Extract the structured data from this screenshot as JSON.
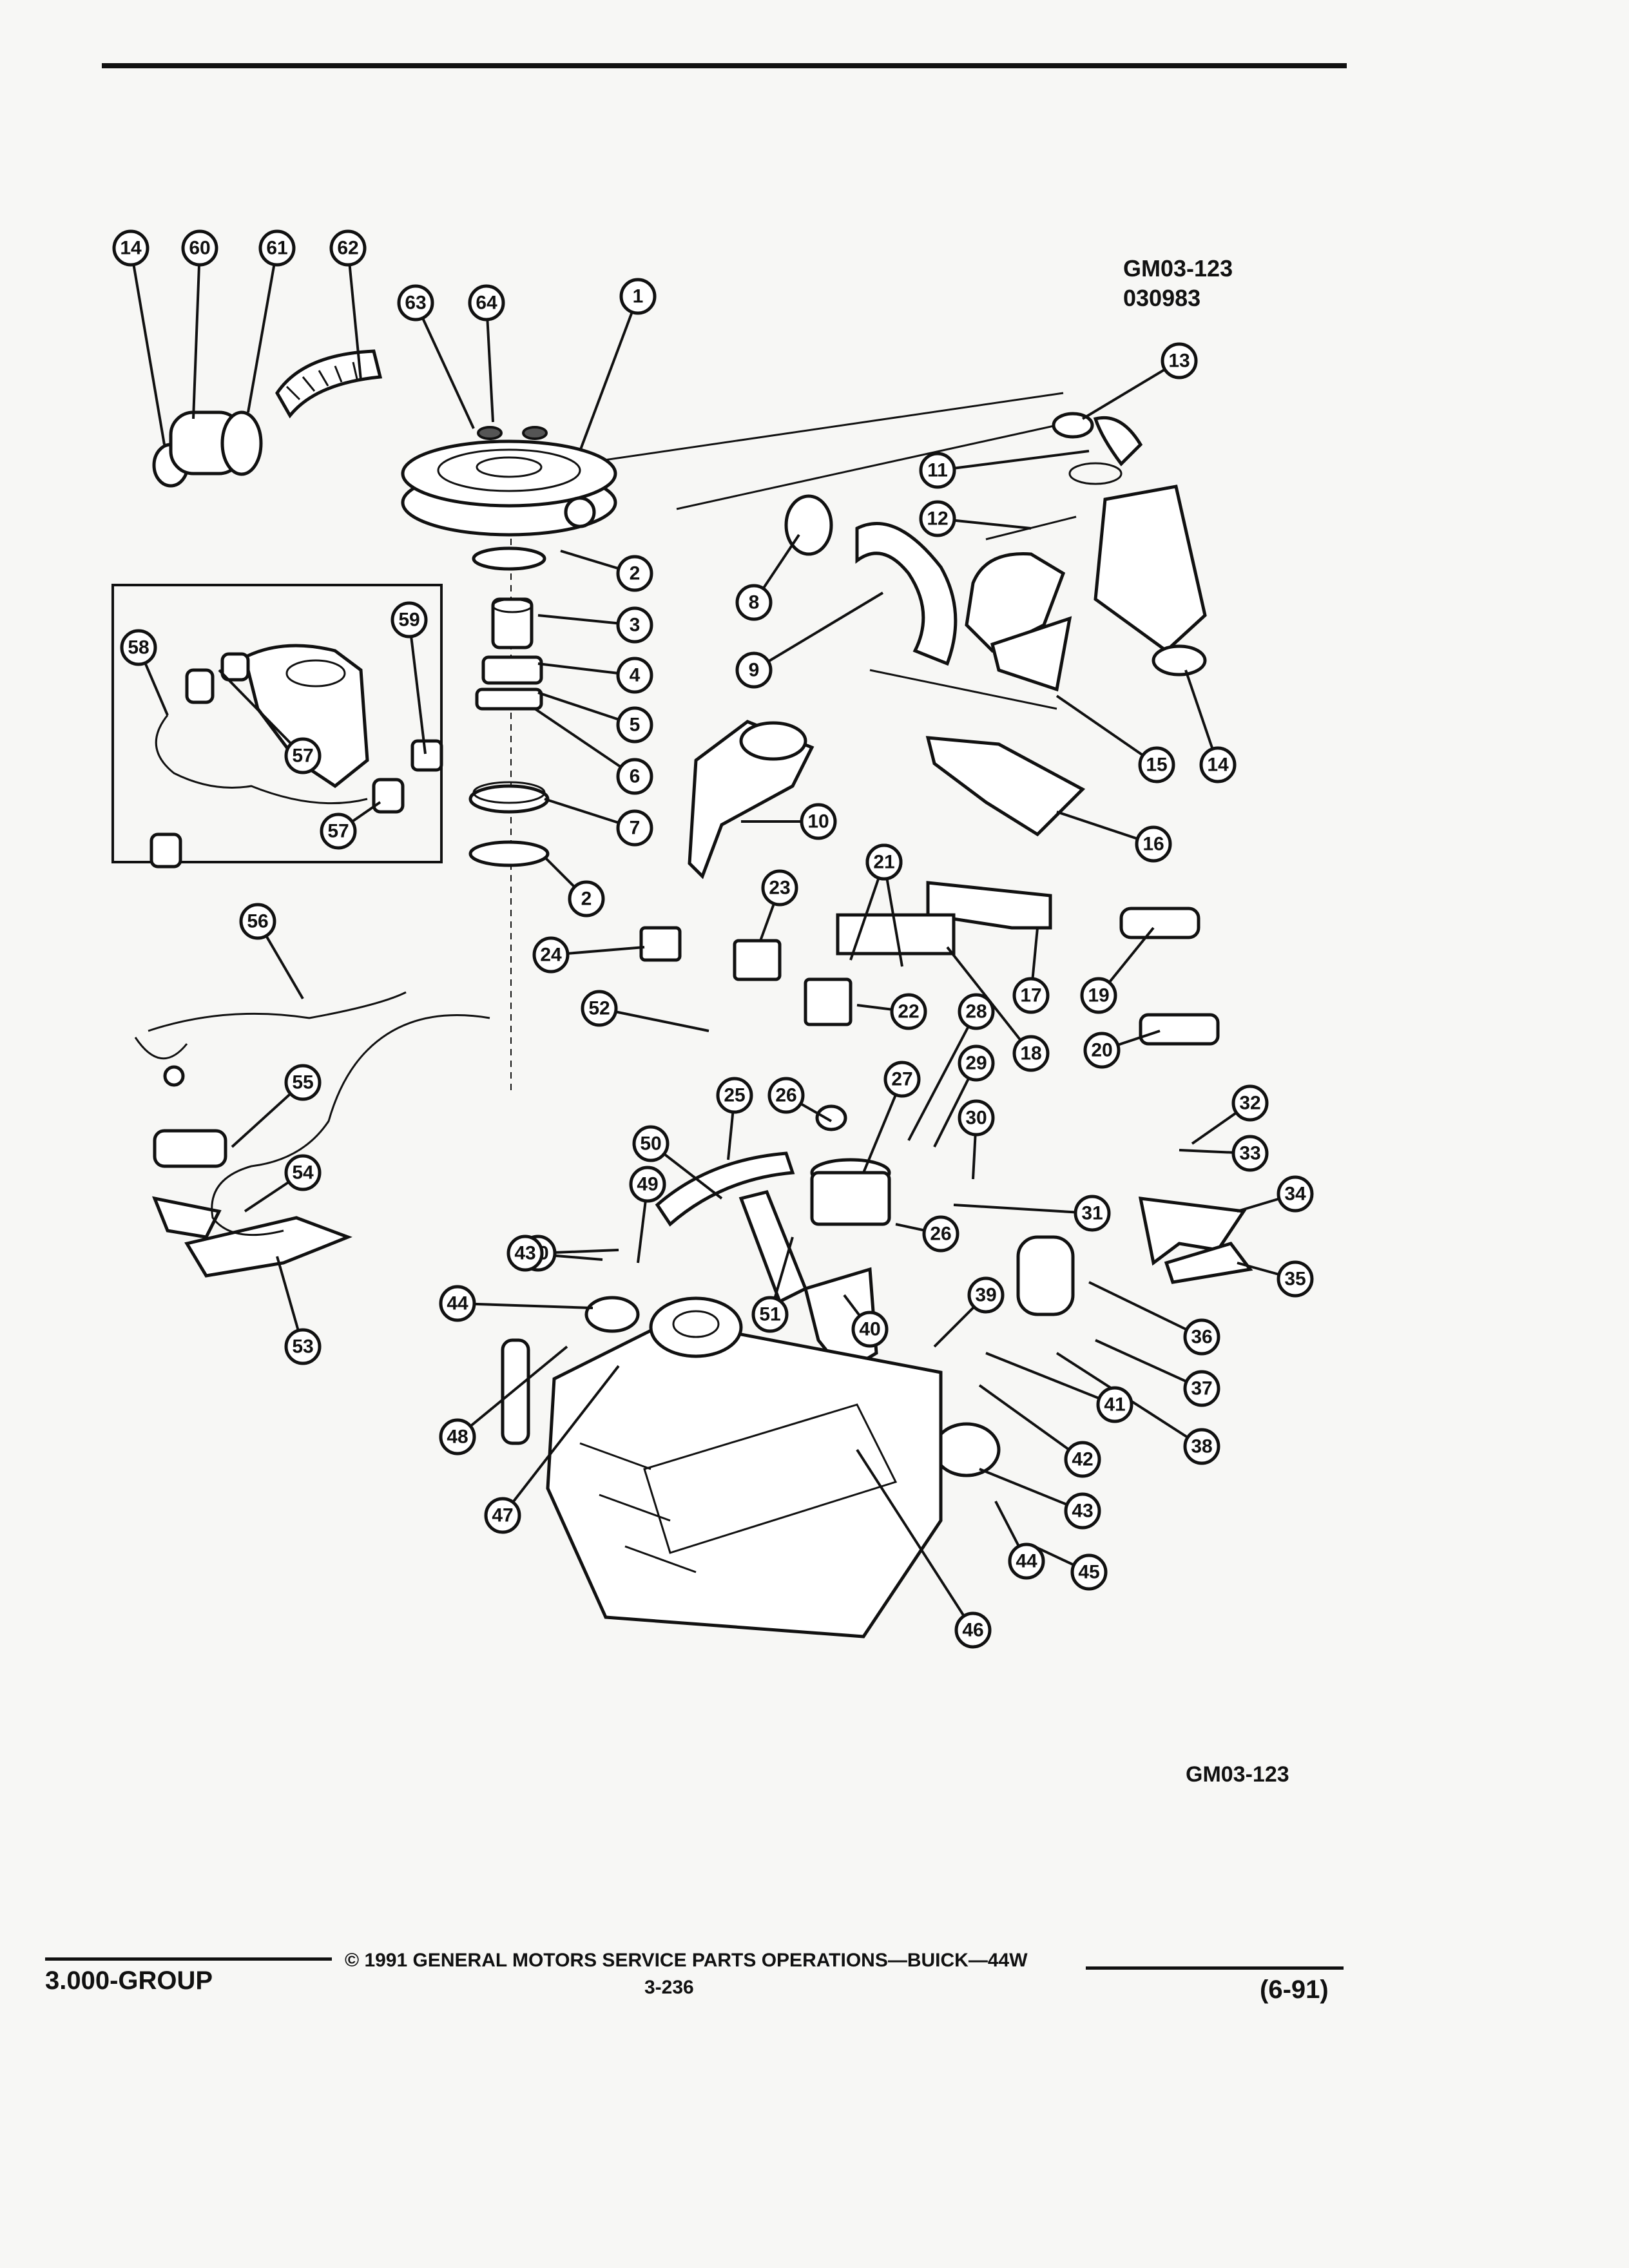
{
  "figure": {
    "code_top": "GM03-123",
    "date_code": "030983",
    "code_bottom": "GM03-123"
  },
  "callout_numbers": [
    "1",
    "2",
    "3",
    "4",
    "5",
    "6",
    "7",
    "8",
    "9",
    "10",
    "11",
    "12",
    "13",
    "14",
    "15",
    "16",
    "17",
    "18",
    "19",
    "20",
    "21",
    "22",
    "23",
    "24",
    "25",
    "26",
    "27",
    "28",
    "29",
    "30",
    "31",
    "32",
    "33",
    "34",
    "35",
    "36",
    "37",
    "38",
    "39",
    "40",
    "41",
    "42",
    "43",
    "44",
    "45",
    "46",
    "47",
    "48",
    "49",
    "50",
    "51",
    "52",
    "53",
    "54",
    "55",
    "56",
    "57",
    "58",
    "59",
    "60",
    "61",
    "62",
    "63",
    "64"
  ],
  "footer": {
    "group": "3.000-GROUP",
    "copyright": "© 1991 GENERAL MOTORS SERVICE PARTS OPERATIONS—BUICK—44W",
    "page": "3-236",
    "date": "(6-91)"
  }
}
